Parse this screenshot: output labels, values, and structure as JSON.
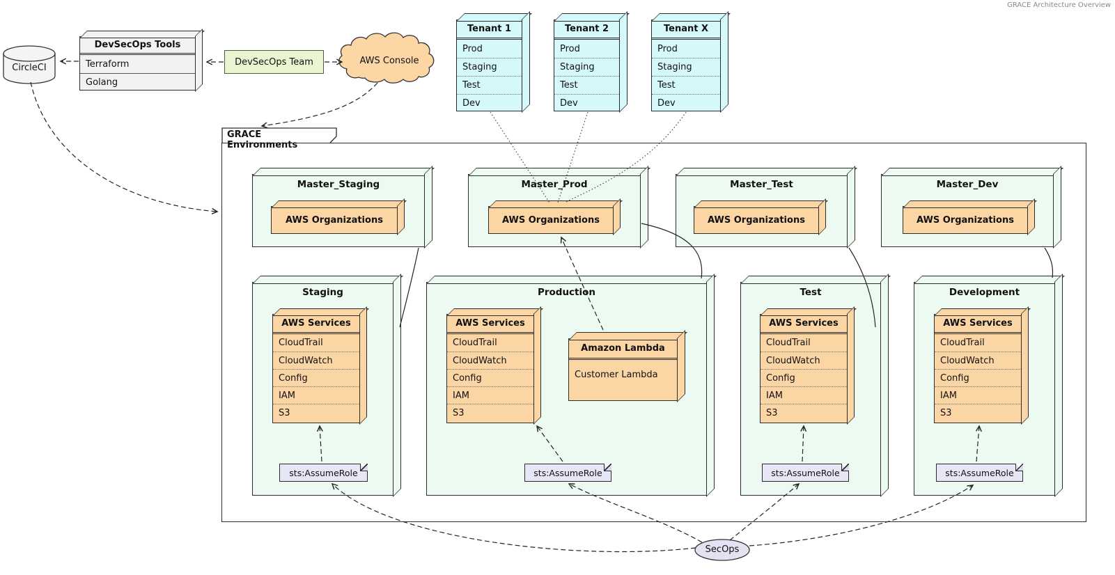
{
  "meta": {
    "title": "GRACE Architecture Overview"
  },
  "external": {
    "circleci_label": "CircleCI",
    "tools": {
      "title": "DevSecOps Tools",
      "rows": [
        "Terraform",
        "Golang"
      ]
    },
    "team_label": "DevSecOps Team",
    "console_label": "AWS Console"
  },
  "tenants": [
    {
      "title": "Tenant 1",
      "rows": [
        "Prod",
        "Staging",
        "Test",
        "Dev"
      ]
    },
    {
      "title": "Tenant 2",
      "rows": [
        "Prod",
        "Staging",
        "Test",
        "Dev"
      ]
    },
    {
      "title": "Tenant X",
      "rows": [
        "Prod",
        "Staging",
        "Test",
        "Dev"
      ]
    }
  ],
  "grace": {
    "frame_title": "GRACE Environments",
    "org_label": "AWS Organizations",
    "masters": [
      {
        "title": "Master_Staging"
      },
      {
        "title": "Master_Prod"
      },
      {
        "title": "Master_Test"
      },
      {
        "title": "Master_Dev"
      }
    ],
    "environments": [
      {
        "title": "Staging"
      },
      {
        "title": "Production"
      },
      {
        "title": "Test"
      },
      {
        "title": "Development"
      }
    ],
    "services_title": "AWS Services",
    "services_rows": [
      "CloudTrail",
      "CloudWatch",
      "Config",
      "IAM",
      "S3"
    ],
    "assume_role_label": "sts:AssumeRole",
    "lambda": {
      "title": "Amazon Lambda",
      "rows": [
        "Customer Lambda"
      ]
    }
  },
  "secops_label": "SecOps",
  "colors": {
    "mint": "#edfaf2",
    "peach": "#fcd5a5",
    "cyan": "#d5f8fb",
    "gray": "#f2f2f2",
    "team_green": "#eaf4d0",
    "lavender": "#e6e6f7",
    "border": "#2b2b2b"
  }
}
